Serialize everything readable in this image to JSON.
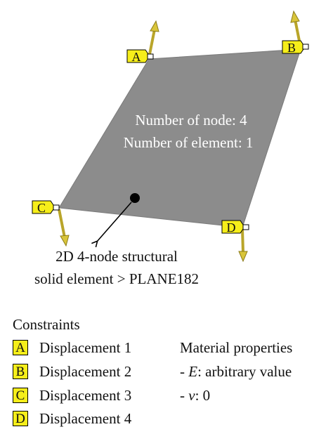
{
  "element": {
    "num_nodes": "Number of node: 4",
    "num_elements": "Number of element: 1",
    "callout_line1": "2D 4-node structural",
    "callout_line2": "solid element > PLANE182"
  },
  "nodes": [
    {
      "id": "A",
      "label": "A"
    },
    {
      "id": "B",
      "label": "B"
    },
    {
      "id": "C",
      "label": "C"
    },
    {
      "id": "D",
      "label": "D"
    }
  ],
  "constraints": {
    "title": "Constraints",
    "items": [
      {
        "tag": "A",
        "label": "Displacement 1"
      },
      {
        "tag": "B",
        "label": "Displacement 2"
      },
      {
        "tag": "C",
        "label": "Displacement 3"
      },
      {
        "tag": "D",
        "label": "Displacement 4"
      }
    ]
  },
  "material": {
    "title": "Material properties",
    "e_symbol": "E",
    "e_text": ": arbitrary value",
    "nu_symbol": "ν",
    "nu_text": ": 0",
    "dash": "- "
  },
  "colors": {
    "plate": "#8c8c8c",
    "tag_fill": "#f6ee1a",
    "arrow": "#c9b62a",
    "text_on_plate": "#ffffff"
  }
}
